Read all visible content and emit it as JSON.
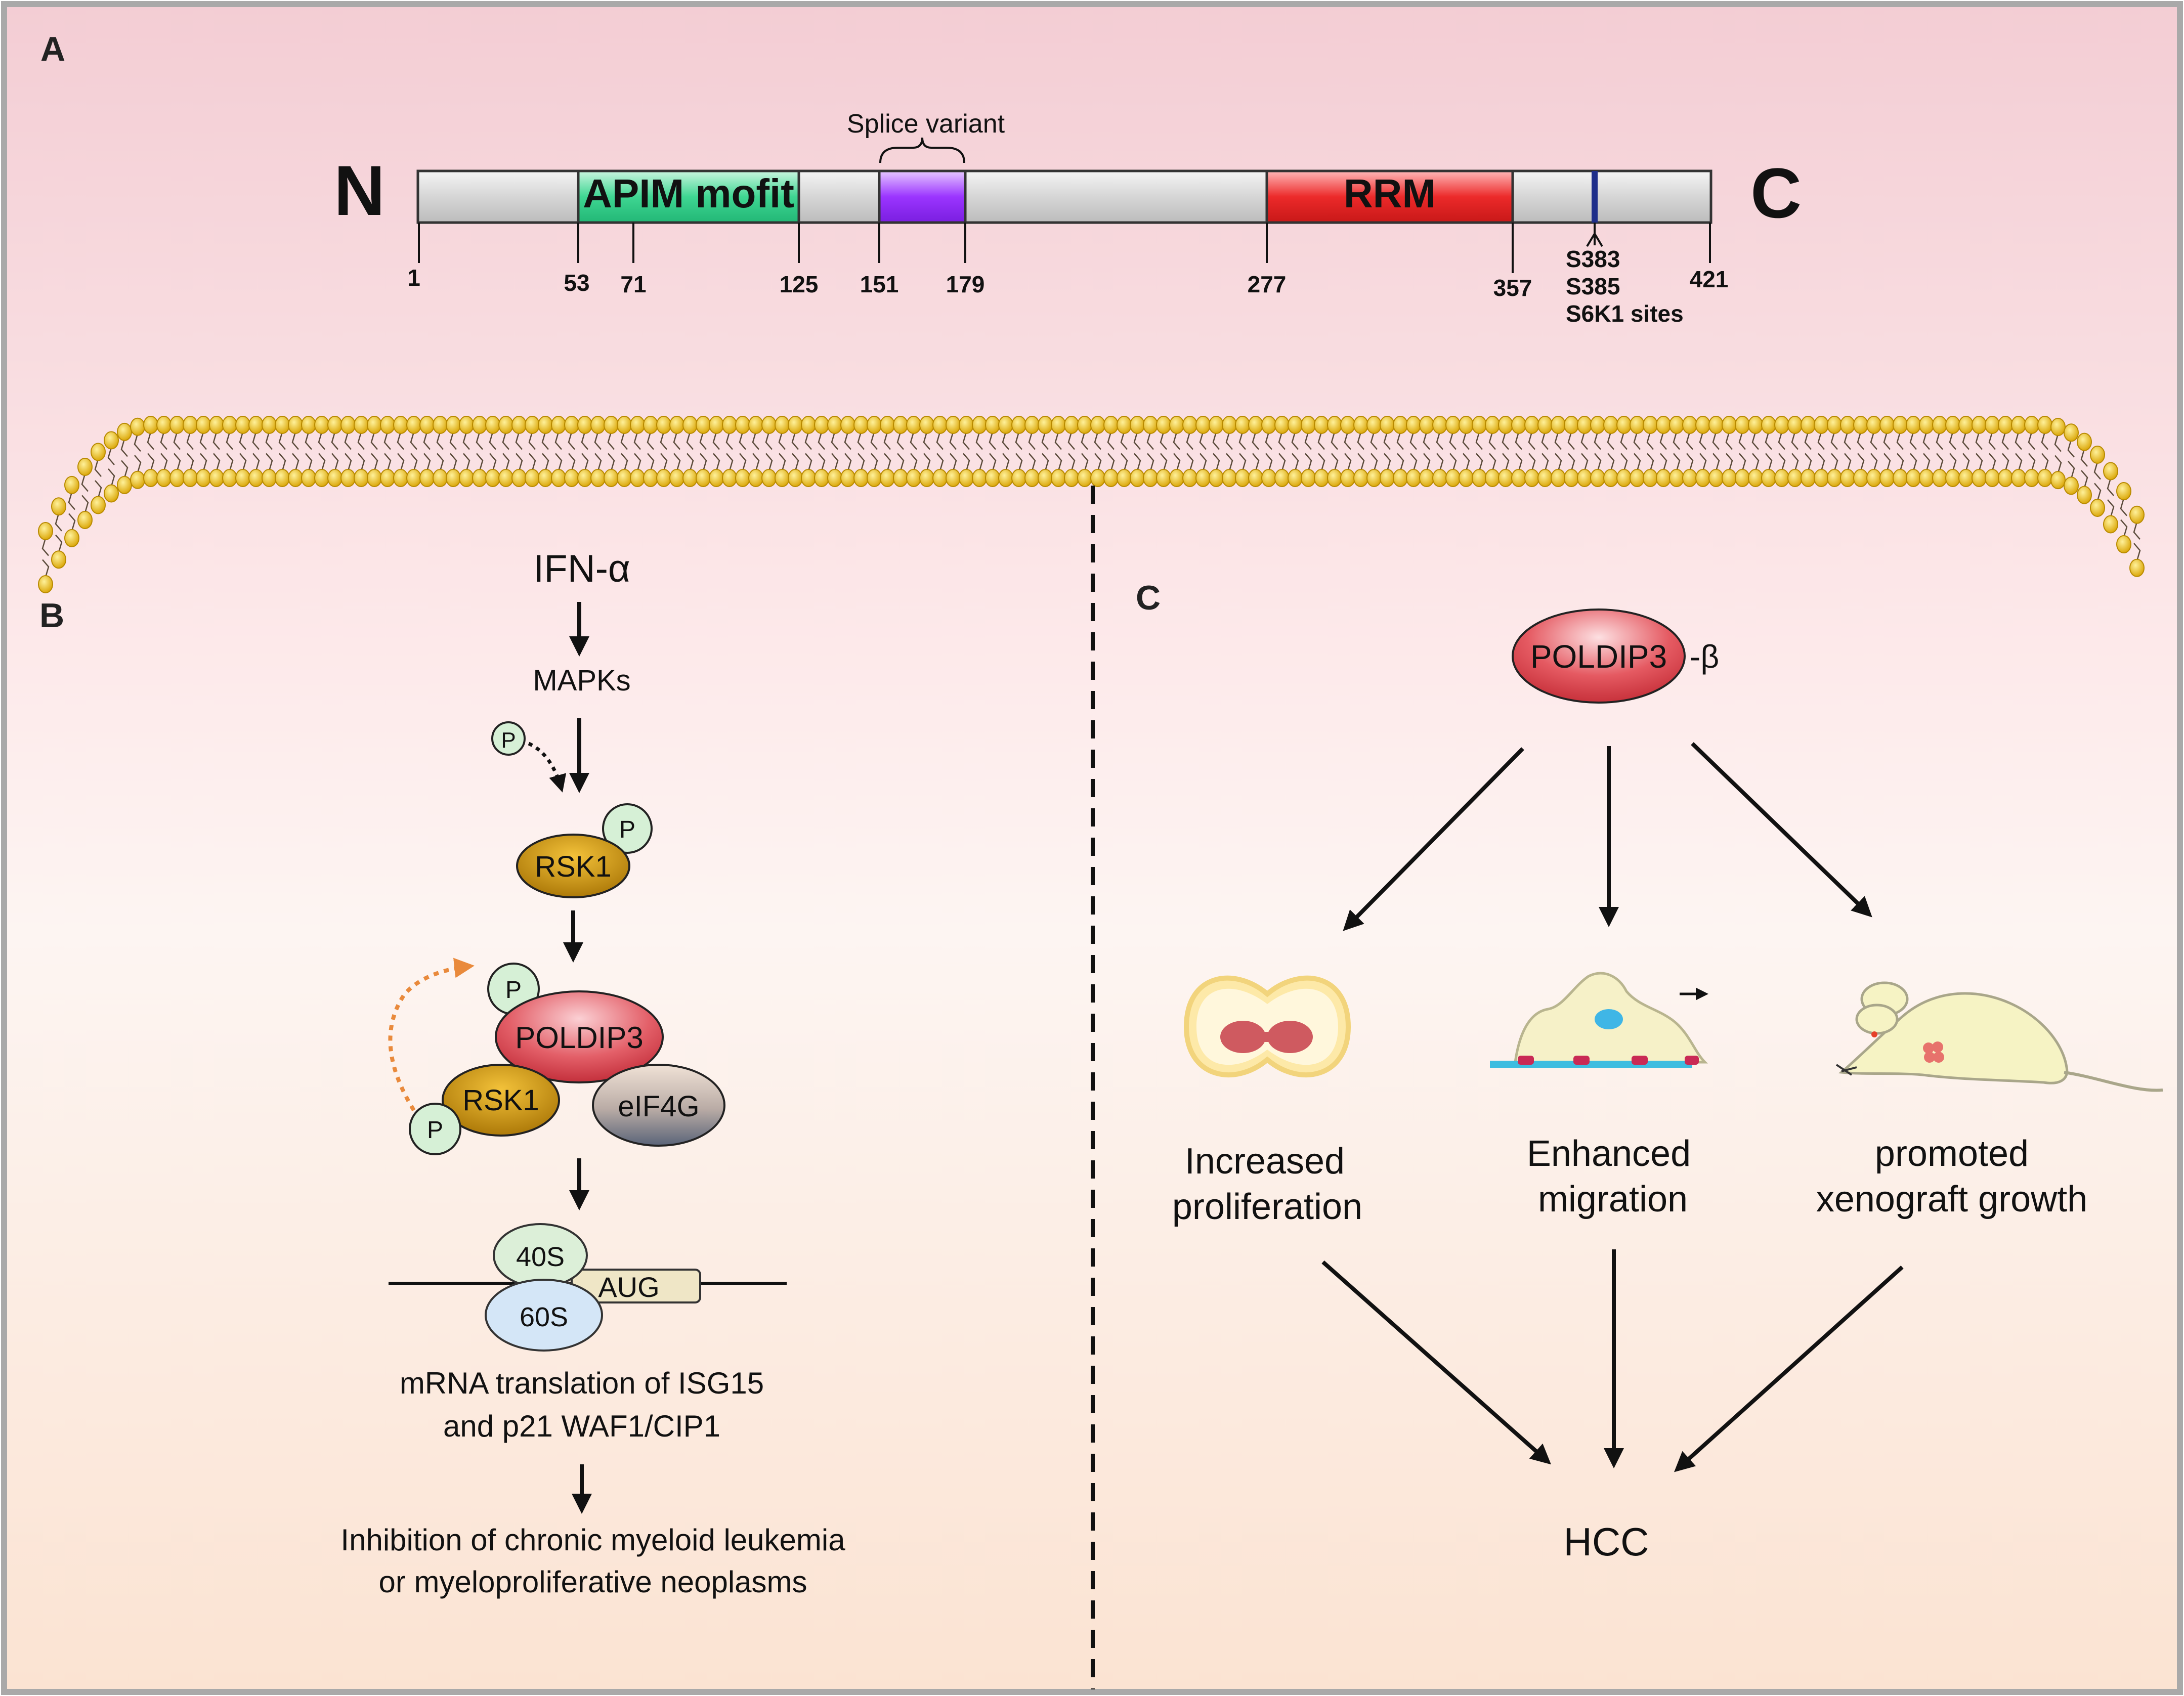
{
  "panel_a": {
    "label": "A",
    "n_terminus": "N",
    "c_terminus": "C",
    "splice_variant_label": "Splice variant",
    "domains": [
      {
        "name": "APIM mofit",
        "start": 53,
        "end": 125,
        "color": "#2ecc8a"
      },
      {
        "name": "",
        "start": 151,
        "end": 179,
        "color": "#9b30ff"
      },
      {
        "name": "RRM",
        "start": 277,
        "end": 357,
        "color": "#e8202a"
      }
    ],
    "ticks": [
      "1",
      "53",
      "71",
      "125",
      "151",
      "179",
      "277",
      "357",
      "421"
    ],
    "site_lines": [
      "S383",
      "S385",
      "S6K1 sites"
    ]
  },
  "panel_b": {
    "label": "B",
    "ifn": "IFN-α",
    "mapks": "MAPKs",
    "p": "P",
    "rsk1": "RSK1",
    "poldip3": "POLDIP3",
    "eif4g": "eIF4G",
    "s40": "40S",
    "s60": "60S",
    "aug": "AUG",
    "translation_lines": [
      "mRNA translation of ISG15",
      "and p21 WAF1/CIP1"
    ],
    "inhibition_lines": [
      "Inhibition of chronic myeloid leukemia",
      "or myeloproliferative neoplasms"
    ]
  },
  "panel_c": {
    "label": "C",
    "poldip3": "POLDIP3",
    "beta_suffix": "-β",
    "outcomes": [
      {
        "lines": [
          "Increased",
          "proliferation"
        ]
      },
      {
        "lines": [
          "Enhanced",
          "migration"
        ]
      },
      {
        "lines": [
          "promoted",
          "xenograft growth"
        ]
      }
    ],
    "hcc": "HCC"
  },
  "colors": {
    "bg_top": "#f3cfd6",
    "bg_mid": "#fdf3f0",
    "bg_bottom": "#fbe6d6",
    "rsk1": "#c79208",
    "poldip3": "#e0606a",
    "eif4g": "#b9aaa0",
    "phospho": "#d6f0d6",
    "s40": "#dcefd8",
    "s60": "#d4e6f7",
    "lipid_head": "#f1c21a"
  },
  "icons": [
    "dividing-cell-icon",
    "migrating-cell-icon",
    "mouse-xenograft-icon"
  ]
}
